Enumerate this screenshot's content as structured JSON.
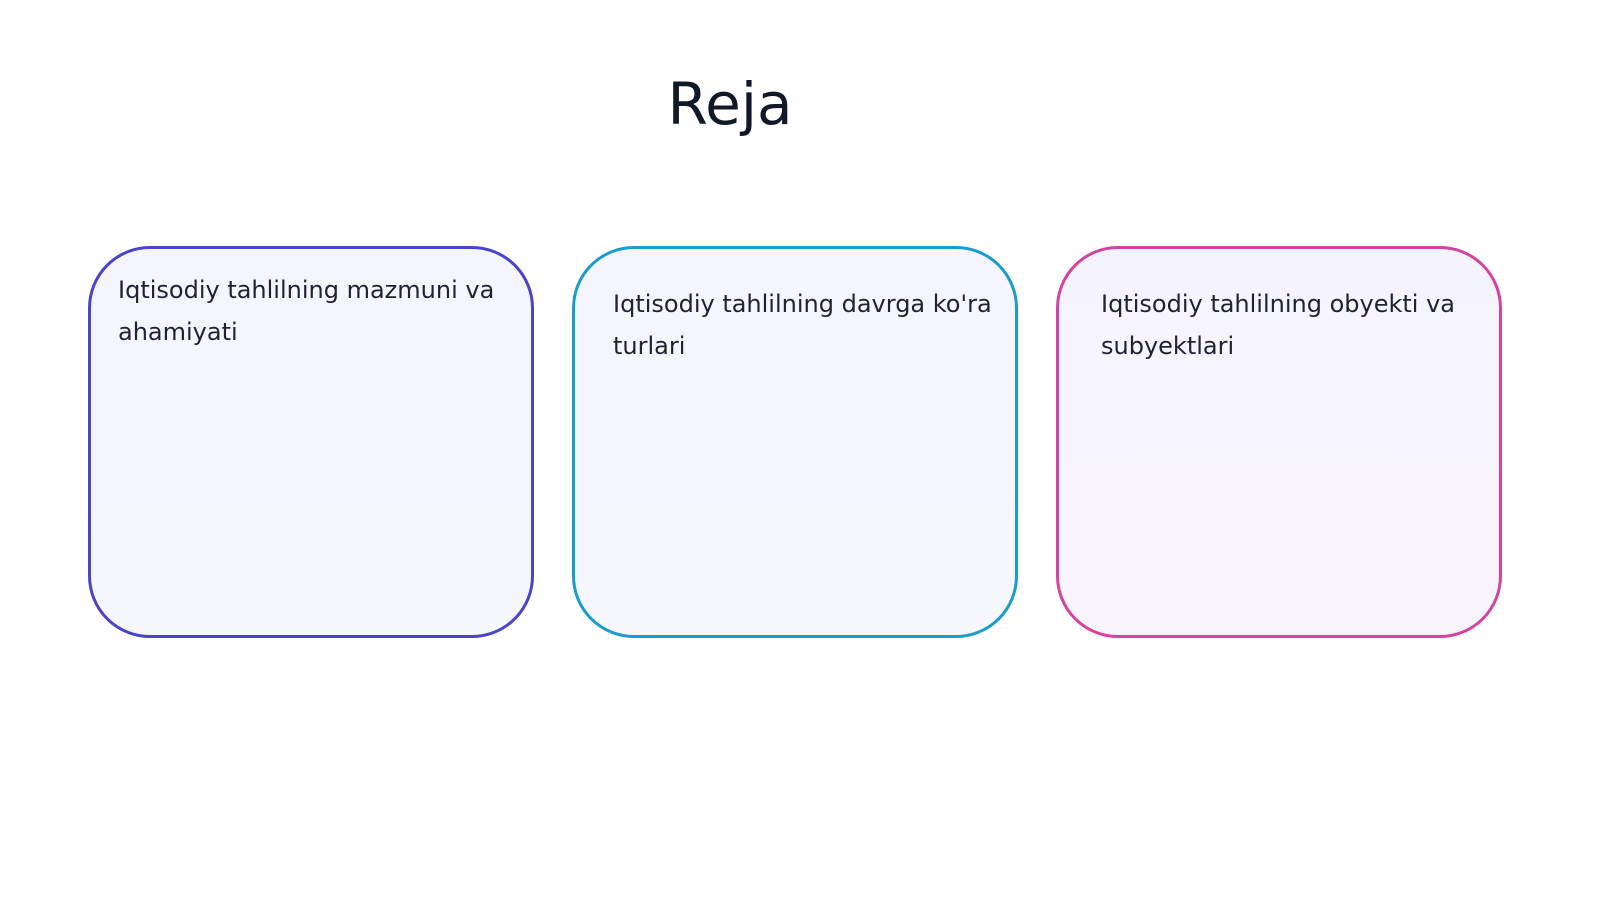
{
  "slide": {
    "title": "Reja",
    "cards": [
      {
        "text": "Iqtisodiy tahlilning mazmuni va ahamiyati",
        "border_color": "#4b44c9"
      },
      {
        "text": "Iqtisodiy tahlilning davrga ko'ra turlari",
        "border_color": "#1a9ccc"
      },
      {
        "text": "Iqtisodiy tahlilning obyekti va subyektlari",
        "border_color": "#d4449f"
      }
    ]
  }
}
